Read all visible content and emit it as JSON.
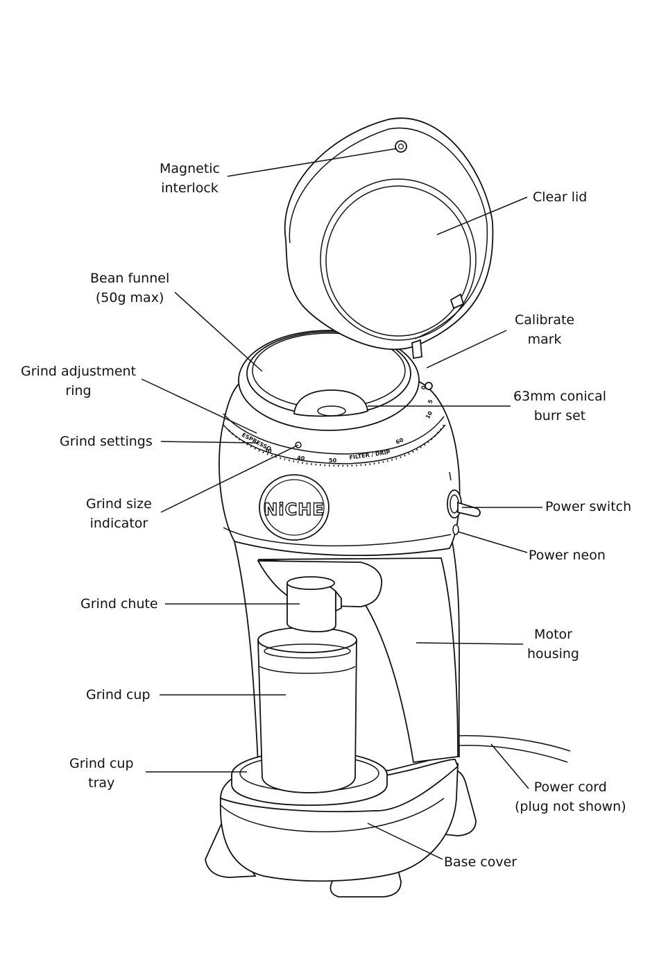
{
  "brand": {
    "logo_text": "NiCHE"
  },
  "dial": {
    "top_marks": [
      "0",
      "5",
      "10"
    ],
    "bottom_marks": [
      "ESPRESSO",
      "30",
      "40",
      "50",
      "FILTER / DRIP",
      "60"
    ]
  },
  "labels": {
    "magnetic_interlock": [
      "Magnetic",
      "interlock"
    ],
    "clear_lid": [
      "Clear lid"
    ],
    "bean_funnel": [
      "Bean funnel",
      "(50g max)"
    ],
    "calibrate_mark": [
      "Calibrate",
      "mark"
    ],
    "grind_adjustment_ring": [
      "Grind adjustment",
      "ring"
    ],
    "conical_burr_set": [
      "63mm conical",
      "burr set"
    ],
    "grind_settings": [
      "Grind settings"
    ],
    "grind_size_indicator": [
      "Grind size",
      "indicator"
    ],
    "power_switch": [
      "Power switch"
    ],
    "power_neon": [
      "Power neon"
    ],
    "grind_chute": [
      "Grind chute"
    ],
    "motor_housing": [
      "Motor",
      "housing"
    ],
    "grind_cup": [
      "Grind cup"
    ],
    "grind_cup_tray": [
      "Grind cup",
      "tray"
    ],
    "power_cord": [
      "Power cord",
      "(plug not shown)"
    ],
    "base_cover": [
      "Base cover"
    ]
  }
}
